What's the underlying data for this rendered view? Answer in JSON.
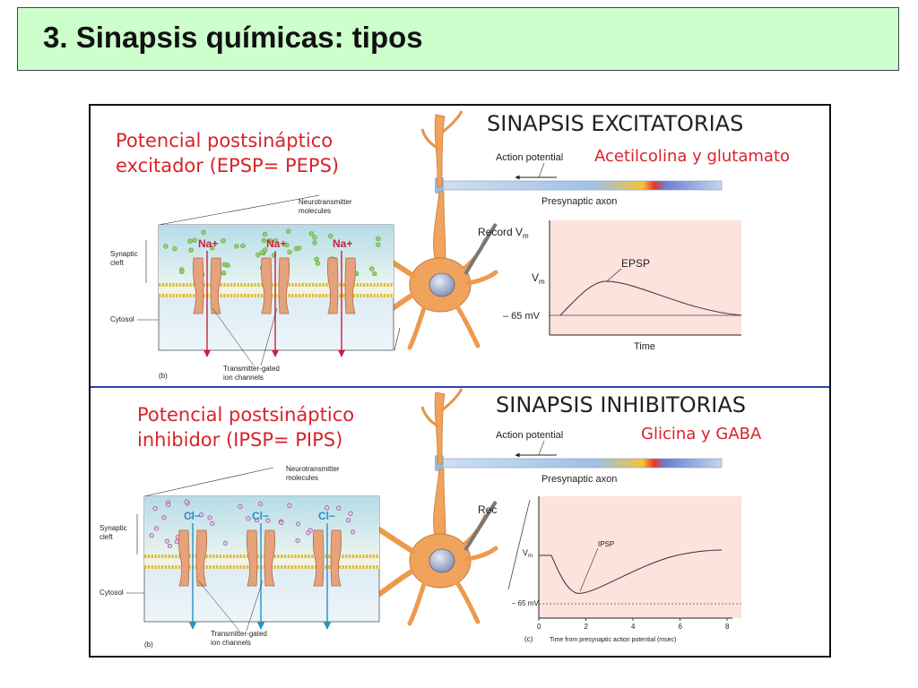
{
  "slide": {
    "title": "3. Sinapsis químicas: tipos"
  },
  "excitatory": {
    "heading": "SINAPSIS EXCITATORIAS",
    "potential_line1": "Potencial postsináptico",
    "potential_line2": "excitador (EPSP= PEPS)",
    "transmitters": "Acetilcolina y glutamato",
    "action_potential": "Action potential",
    "presynaptic_axon": "Presynaptic axon",
    "record": "Record V",
    "record_sub": "m",
    "neurotransmitter_line1": "Neurotransmitter",
    "neurotransmitter_line2": "molecules",
    "synaptic_line1": "Synaptic",
    "synaptic_line2": "cleft",
    "cytosol": "Cytosol",
    "ion": "Na+",
    "channels_line1": "Transmitter-gated",
    "channels_line2": "ion channels",
    "panel_label": "(b)",
    "graph_ylabel": "V",
    "graph_ylabel_sub": "m",
    "graph_curve_label": "EPSP",
    "graph_baseline": "– 65 mV",
    "graph_xlabel": "Time"
  },
  "inhibitory": {
    "heading": "SINAPSIS INHIBITORIAS",
    "potential_line1": "Potencial postsináptico",
    "potential_line2": "inhibidor (IPSP= PIPS)",
    "transmitters": "Glicina y GABA",
    "action_potential": "Action potential",
    "presynaptic_axon": "Presynaptic axon",
    "record": "Rec",
    "neurotransmitter_line1": "Neurotransmitter",
    "neurotransmitter_line2": "molecules",
    "synaptic_line1": "Synaptic",
    "synaptic_line2": "cleft",
    "cytosol": "Cytosol",
    "ion": "Cl−",
    "channels_line1": "Transmitter-gated",
    "channels_line2": "ion channels",
    "panel_label": "(b)",
    "graph_panel_label": "(c)",
    "graph_ylabel": "V",
    "graph_ylabel_sub": "m",
    "graph_curve_label": "IPSP",
    "graph_baseline": "– 65 mV",
    "graph_xlabel": "Time from presynaptic action potential (msec)",
    "graph_ticks": [
      "0",
      "2",
      "4",
      "6",
      "8"
    ]
  },
  "colors": {
    "title_bg": "#ccffcc",
    "handwriting_red": "#d8232a",
    "divider_blue": "#2f3fa8",
    "channel": "#e6a27a",
    "neuron": "#f0a35c",
    "na_arrow": "#cc1f3a",
    "cl_arrow": "#2a8fc9",
    "graph_bg": "#fde2dd"
  }
}
